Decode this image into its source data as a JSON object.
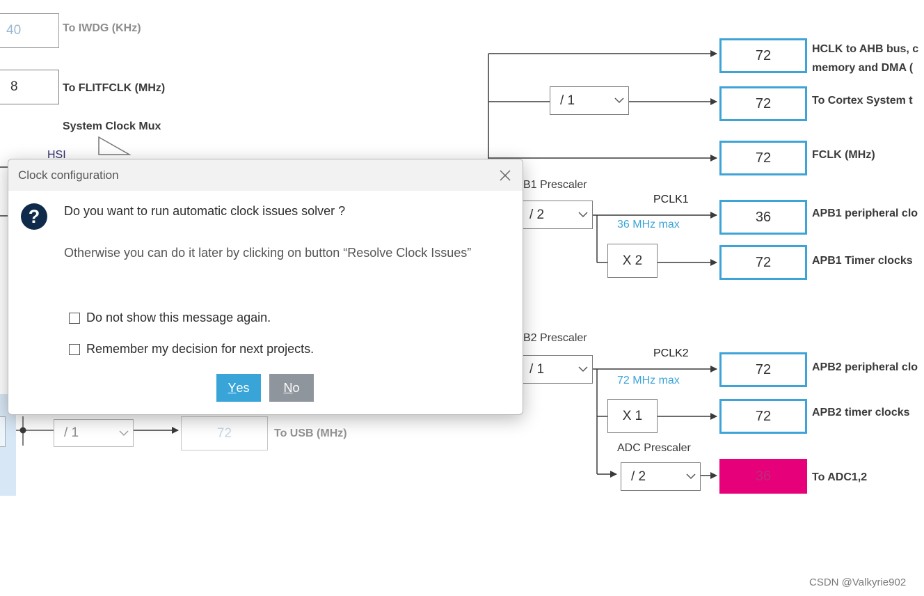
{
  "diagram": {
    "iwdg": {
      "value": "40",
      "label": "To IWDG (KHz)"
    },
    "flitfclk": {
      "value": "8",
      "label": "To FLITFCLK (MHz)"
    },
    "sysclk_mux_label": "System Clock Mux",
    "hsi_label": "HSI",
    "hclk": {
      "value": "72",
      "label_line1": "HCLK to AHB bus, c",
      "label_line2": "memory and DMA ("
    },
    "cortex_div": "/ 1",
    "cortex": {
      "value": "72",
      "label": "To Cortex System t"
    },
    "fclk": {
      "value": "72",
      "label": "FCLK (MHz)"
    },
    "apb1_prescaler_label": "B1 Prescaler",
    "apb1_div": "/ 2",
    "pclk1_label": "PCLK1",
    "pclk1_max": "36 MHz max",
    "apb1_periph": {
      "value": "36",
      "label": "APB1 peripheral clo"
    },
    "apb1_timer_mult": "X 2",
    "apb1_timer": {
      "value": "72",
      "label": "APB1 Timer clocks"
    },
    "apb2_prescaler_label": "B2 Prescaler",
    "apb2_div": "/ 1",
    "pclk2_label": "PCLK2",
    "pclk2_max": "72 MHz max",
    "apb2_periph": {
      "value": "72",
      "label": "APB2 peripheral clo"
    },
    "apb2_timer_mult": "X 1",
    "apb2_timer": {
      "value": "72",
      "label": "APB2 timer clocks"
    },
    "adc_prescaler_label": "ADC Prescaler",
    "adc_div": "/ 2",
    "adc": {
      "value": "36",
      "label": "To ADC1,2",
      "error_color": "#e6007a"
    },
    "usb_div": "/ 1",
    "usb": {
      "value": "72",
      "label": "To USB (MHz)"
    }
  },
  "dialog": {
    "title": "Clock configuration",
    "question": "Do you want to run automatic clock issues solver ?",
    "hint": "Otherwise you can do it later by clicking on button “Resolve Clock Issues”",
    "checkbox1": "Do not show this message again.",
    "checkbox2": "Remember my decision for next projects.",
    "yes_mnemonic": "Y",
    "yes_rest": "es",
    "no_mnemonic": "N",
    "no_rest": "o",
    "accent": "#38a4d8"
  },
  "watermark": "CSDN @Valkyrie902"
}
